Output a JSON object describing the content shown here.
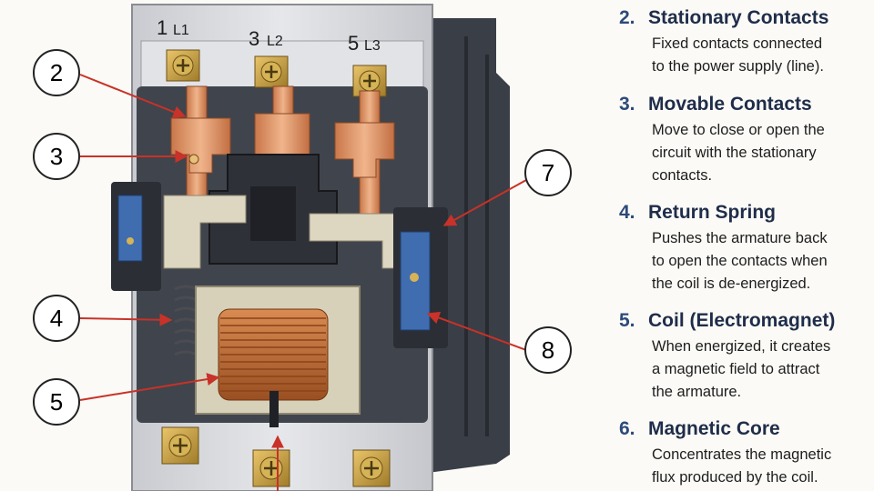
{
  "terminals_top": [
    {
      "num": "1",
      "phase": "L1"
    },
    {
      "num": "3",
      "phase": "L2"
    },
    {
      "num": "5",
      "phase": "L3"
    }
  ],
  "callouts": [
    "2",
    "3",
    "4",
    "5",
    "7",
    "8"
  ],
  "legend": [
    {
      "num": "2.",
      "title": "Stationary Contacts",
      "lines": [
        "Fixed contacts connected",
        "to the power supply (line)."
      ]
    },
    {
      "num": "3.",
      "title": "Movable Contacts",
      "lines": [
        "Move to close or open the",
        "circuit with the stationary",
        "contacts."
      ]
    },
    {
      "num": "4.",
      "title": "Return Spring",
      "lines": [
        "Pushes the armature back",
        "to open the contacts when",
        "the coil is de-energized."
      ]
    },
    {
      "num": "5.",
      "title": "Coil (Electromagnet)",
      "lines": [
        "When energized, it creates",
        "a magnetic field to attract",
        "the armature."
      ]
    },
    {
      "num": "6.",
      "title": "Magnetic Core",
      "lines": [
        "Concentrates the magnetic",
        "flux produced by the coil."
      ]
    }
  ],
  "colors": {
    "copper": "#d9895b",
    "coil": "#b8632c",
    "housing": "#3c4048",
    "frame": "#d9dade",
    "blue": "#3f6db0",
    "arrow": "#c83228",
    "accent": "#2c4a7a"
  }
}
